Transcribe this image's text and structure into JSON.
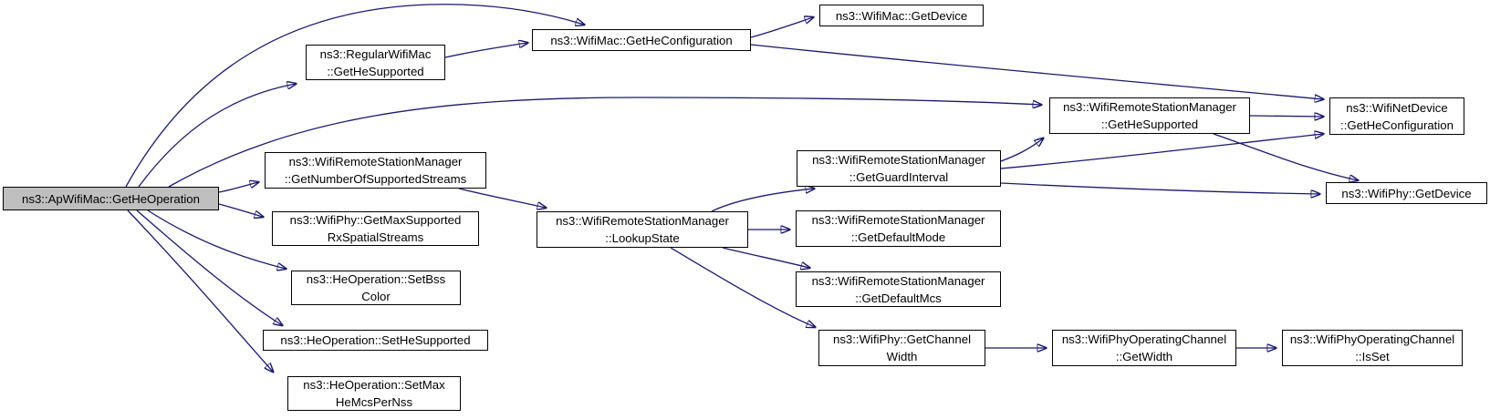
{
  "diagram": {
    "kind": "doxygen-call-graph",
    "root_function": "ns3::ApWifiMac::GetHeOperation",
    "colors": {
      "edge": "#191970",
      "node_border": "#000000",
      "node_fill": "#ffffff",
      "root_fill": "#bfbfbf",
      "text": "#000000",
      "background": "#ffffff"
    }
  },
  "nodes": [
    {
      "id": "ap-wifimac-get-he-operation",
      "line1": "ns3::ApWifiMac::GetHeOperation",
      "root": true
    },
    {
      "id": "regular-wifimac-get-he-supported",
      "line1": "ns3::RegularWifiMac",
      "line2": "::GetHeSupported"
    },
    {
      "id": "wifimac-get-he-configuration",
      "line1": "ns3::WifiMac::GetHeConfiguration"
    },
    {
      "id": "wifimac-get-device",
      "line1": "ns3::WifiMac::GetDevice"
    },
    {
      "id": "wrsm-get-he-supported",
      "line1": "ns3::WifiRemoteStationManager",
      "line2": "::GetHeSupported"
    },
    {
      "id": "wifinetdevice-get-he-configuration",
      "line1": "ns3::WifiNetDevice",
      "line2": "::GetHeConfiguration"
    },
    {
      "id": "wifiphy-get-device",
      "line1": "ns3::WifiPhy::GetDevice"
    },
    {
      "id": "wrsm-get-number-of-supported-streams",
      "line1": "ns3::WifiRemoteStationManager",
      "line2": "::GetNumberOfSupportedStreams"
    },
    {
      "id": "wifiphy-get-max-supported-rx-spatial-streams",
      "line1": "ns3::WifiPhy::GetMaxSupported",
      "line2": "RxSpatialStreams"
    },
    {
      "id": "heoperation-set-bss-color",
      "line1": "ns3::HeOperation::SetBss",
      "line2": "Color"
    },
    {
      "id": "heoperation-set-he-supported",
      "line1": "ns3::HeOperation::SetHeSupported"
    },
    {
      "id": "heoperation-set-max-he-mcs-per-nss",
      "line1": "ns3::HeOperation::SetMax",
      "line2": "HeMcsPerNss"
    },
    {
      "id": "wrsm-lookup-state",
      "line1": "ns3::WifiRemoteStationManager",
      "line2": "::LookupState"
    },
    {
      "id": "wrsm-get-guard-interval",
      "line1": "ns3::WifiRemoteStationManager",
      "line2": "::GetGuardInterval"
    },
    {
      "id": "wrsm-get-default-mode",
      "line1": "ns3::WifiRemoteStationManager",
      "line2": "::GetDefaultMode"
    },
    {
      "id": "wrsm-get-default-mcs",
      "line1": "ns3::WifiRemoteStationManager",
      "line2": "::GetDefaultMcs"
    },
    {
      "id": "wifiphy-get-channel-width",
      "line1": "ns3::WifiPhy::GetChannel",
      "line2": "Width"
    },
    {
      "id": "wifiphy-operating-channel-get-width",
      "line1": "ns3::WifiPhyOperatingChannel",
      "line2": "::GetWidth"
    },
    {
      "id": "wifiphy-operating-channel-is-set",
      "line1": "ns3::WifiPhyOperatingChannel",
      "line2": "::IsSet"
    }
  ],
  "edges": [
    {
      "from": "ap-wifimac-get-he-operation",
      "to": "wifimac-get-he-configuration"
    },
    {
      "from": "ap-wifimac-get-he-operation",
      "to": "regular-wifimac-get-he-supported"
    },
    {
      "from": "ap-wifimac-get-he-operation",
      "to": "wrsm-get-he-supported"
    },
    {
      "from": "ap-wifimac-get-he-operation",
      "to": "wrsm-get-number-of-supported-streams"
    },
    {
      "from": "ap-wifimac-get-he-operation",
      "to": "wifiphy-get-max-supported-rx-spatial-streams"
    },
    {
      "from": "ap-wifimac-get-he-operation",
      "to": "heoperation-set-bss-color"
    },
    {
      "from": "ap-wifimac-get-he-operation",
      "to": "heoperation-set-he-supported"
    },
    {
      "from": "ap-wifimac-get-he-operation",
      "to": "heoperation-set-max-he-mcs-per-nss"
    },
    {
      "from": "regular-wifimac-get-he-supported",
      "to": "wifimac-get-he-configuration"
    },
    {
      "from": "wifimac-get-he-configuration",
      "to": "wifimac-get-device"
    },
    {
      "from": "wifimac-get-he-configuration",
      "to": "wifinetdevice-get-he-configuration"
    },
    {
      "from": "wrsm-get-he-supported",
      "to": "wifinetdevice-get-he-configuration"
    },
    {
      "from": "wrsm-get-he-supported",
      "to": "wifiphy-get-device"
    },
    {
      "from": "wrsm-get-guard-interval",
      "to": "wrsm-get-he-supported"
    },
    {
      "from": "wrsm-get-guard-interval",
      "to": "wifinetdevice-get-he-configuration"
    },
    {
      "from": "wrsm-get-guard-interval",
      "to": "wifiphy-get-device"
    },
    {
      "from": "wrsm-get-number-of-supported-streams",
      "to": "wrsm-lookup-state"
    },
    {
      "from": "wrsm-lookup-state",
      "to": "wrsm-get-guard-interval"
    },
    {
      "from": "wrsm-lookup-state",
      "to": "wrsm-get-default-mode"
    },
    {
      "from": "wrsm-lookup-state",
      "to": "wrsm-get-default-mcs"
    },
    {
      "from": "wrsm-lookup-state",
      "to": "wifiphy-get-channel-width"
    },
    {
      "from": "wifiphy-get-channel-width",
      "to": "wifiphy-operating-channel-get-width"
    },
    {
      "from": "wifiphy-operating-channel-get-width",
      "to": "wifiphy-operating-channel-is-set"
    }
  ]
}
